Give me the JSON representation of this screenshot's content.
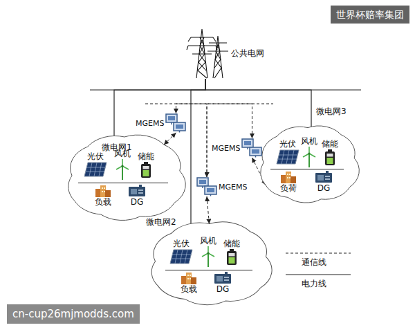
{
  "diagram": {
    "nodes": [
      {
        "text": [
          "公共电网"
        ]
      },
      {
        "text": [
          "微电网1"
        ]
      },
      {
        "text": [
          "光伏"
        ],
        "in": 1
      },
      {
        "text": [
          "风机"
        ],
        "in": 1
      },
      {
        "text": [
          "储能"
        ],
        "in": 1
      },
      {
        "text": [
          "负载"
        ],
        "in": 1
      },
      {
        "text": [
          "DG"
        ],
        "in": 1
      },
      {
        "text": [
          "微电网3"
        ]
      },
      {
        "text": [
          "光伏"
        ],
        "in": 7
      },
      {
        "text": [
          "风机"
        ],
        "in": 7
      },
      {
        "text": [
          "储能"
        ],
        "in": 7
      },
      {
        "text": [
          "负荷"
        ],
        "in": 7
      },
      {
        "text": [
          "DG"
        ],
        "in": 7
      },
      {
        "text": [
          "MGEMS"
        ]
      },
      {
        "text": [
          "MGEMS"
        ]
      },
      {
        "text": [
          "MGEMS"
        ]
      },
      {
        "text": [
          "微电网2"
        ]
      },
      {
        "text": [
          "光伏"
        ],
        "in": 16
      },
      {
        "text": [
          "风机"
        ],
        "in": 16
      },
      {
        "text": [
          "储能"
        ],
        "in": 16
      },
      {
        "text": [
          "负载"
        ],
        "in": 16
      },
      {
        "text": [
          "DG"
        ],
        "in": 16
      }
    ],
    "edges": [
      {
        "from": 0,
        "to": 1,
        "arrow": "none"
      },
      {
        "from": 0,
        "to": 7,
        "arrow": "none"
      },
      {
        "from": 0,
        "to": 16,
        "arrow": "none"
      },
      {
        "from": 13,
        "to": 15,
        "arrow": "both"
      },
      {
        "from": 14,
        "to": 15,
        "arrow": "both"
      },
      {
        "from": 13,
        "to": 1,
        "arrow": "both"
      },
      {
        "from": 14,
        "to": 7,
        "arrow": "both"
      },
      {
        "from": 15,
        "to": 16,
        "arrow": "both"
      }
    ],
    "labels": [
      "世界杯赔率集团",
      "cn-cup26mjmodds.com"
    ],
    "legend": [
      {
        "text": "通信线"
      },
      {
        "text": "电力线"
      }
    ]
  }
}
